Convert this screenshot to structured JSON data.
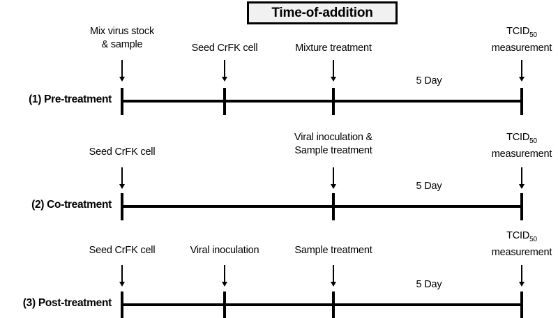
{
  "title": {
    "text": "Time-of-addition"
  },
  "colors": {
    "ink": "#000000",
    "title_box_fill": "#f1f1f1",
    "background": "#ffffff"
  },
  "rows": [
    {
      "id": "pre-treatment",
      "label": "(1) Pre-treatment",
      "duration_label": "5 Day",
      "events": [
        {
          "line1": "Mix virus stock",
          "line2": "& sample"
        },
        {
          "line1": "Seed CrFK cell",
          "line2": ""
        },
        {
          "line1": "Mixture treatment",
          "line2": ""
        },
        {
          "line1": "TCID",
          "sub": "50",
          "line2": "measurement"
        }
      ]
    },
    {
      "id": "co-treatment",
      "label": "(2) Co-treatment",
      "duration_label": "5 Day",
      "events": [
        {
          "line1": "Seed CrFK cell",
          "line2": ""
        },
        {
          "line1": "Viral inoculation &",
          "line2": "Sample treatment"
        },
        {
          "line1": "TCID",
          "sub": "50",
          "line2": "measurement"
        }
      ]
    },
    {
      "id": "post-treatment",
      "label": "(3) Post-treatment",
      "duration_label": "5 Day",
      "events": [
        {
          "line1": "Seed CrFK cell",
          "line2": ""
        },
        {
          "line1": "Viral inoculation",
          "line2": ""
        },
        {
          "line1": "Sample treatment",
          "line2": ""
        },
        {
          "line1": "TCID",
          "sub": "50",
          "line2": "measurement"
        }
      ]
    }
  ]
}
